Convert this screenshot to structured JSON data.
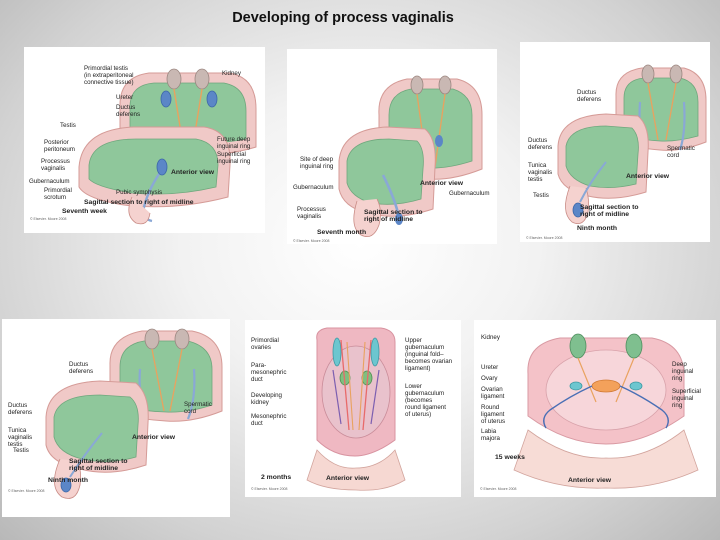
{
  "title": "Developing of process vaginalis",
  "panels": [
    {
      "labels": {
        "primordial_testis": "Primordial testis\n(in extraperitoneal\nconnective tissue)",
        "kidney": "Kidney",
        "ureter": "Ureter",
        "ductus_deferens": "Ductus\ndeferens",
        "testis": "Testis",
        "posterior_peritoneum": "Posterior\nperitoneum",
        "processus_vaginalis": "Processus\nvaginalis",
        "gubernaculum": "Gubernaculum",
        "primordial_scrotum": "Primordial\nscrotum",
        "future_deep_ring": "Future deep\ninguinal ring",
        "superficial_ring": "Superficial\ninguinal ring",
        "pubic_symphysis": "Pubic symphysis",
        "anterior_view": "Anterior view",
        "sagittal": "Sagittal section to right of midline",
        "stage": "Seventh week"
      },
      "caption": "© Elsevier. Moore 2008"
    },
    {
      "labels": {
        "site_deep_ring": "Site of deep\ninguinal ring",
        "gubernaculum": "Gubernaculum",
        "processus_vaginalis": "Processus\nvaginalis",
        "anterior_view": "Anterior view",
        "gubernaculum_right": "Gubernaculum",
        "sagittal": "Sagittal section to\nright of midline",
        "stage": "Seventh month"
      },
      "caption": "© Elsevier. Moore 2008"
    },
    {
      "labels": {
        "ductus_deferens_top": "Ductus\ndeferens",
        "ductus_deferens": "Ductus\ndeferens",
        "tunica_vaginalis": "Tunica\nvaginalis\ntestis",
        "testis": "Testis",
        "spermatic_cord": "Spermatic\ncord",
        "anterior_view": "Anterior view",
        "sagittal": "Sagittal section to\nright of midline",
        "stage": "Ninth month"
      },
      "caption": "© Elsevier. Moore 2008"
    },
    {
      "labels": {
        "ductus_deferens_top": "Ductus\ndeferens",
        "ductus_deferens": "Ductus\ndeferens",
        "tunica_vaginalis": "Tunica\nvaginalis\ntestis",
        "testis": "Testis",
        "spermatic_cord": "Spermatic\ncord",
        "anterior_view": "Anterior view",
        "sagittal": "Sagittal section to\nright of midline",
        "stage": "Ninth month"
      },
      "caption": "© Elsevier. Moore 2008"
    },
    {
      "labels": {
        "primordial_ovaries": "Primordial\novaries",
        "paramesonephric_duct": "Para-\nmesonephric\nduct",
        "developing_kidney": "Developing\nkidney",
        "mesonephric_duct": "Mesonephric\nduct",
        "upper_gubernaculum": "Upper\ngubernaculum\n(inguinal fold–\nbecomes ovarian\nligament)",
        "lower_gubernaculum": "Lower\ngubernaculum\n(becomes\nround ligament\nof uterus)",
        "stage": "2 months",
        "anterior_view": "Anterior view"
      },
      "caption": "© Elsevier. Moore 2008"
    },
    {
      "labels": {
        "kidney": "Kidney",
        "ureter": "Ureter",
        "ovary": "Ovary",
        "ovarian_ligament": "Ovarian\nligament",
        "round_ligament": "Round\nligament\nof uterus",
        "labia_majora": "Labia\nmajora",
        "deep_ring": "Deep\ninguinal\nring",
        "superficial_ring": "Superficial\ninguinal\nring",
        "stage": "15 weeks",
        "anterior_view": "Anterior view"
      },
      "caption": "© Elsevier. Moore 2008"
    }
  ]
}
